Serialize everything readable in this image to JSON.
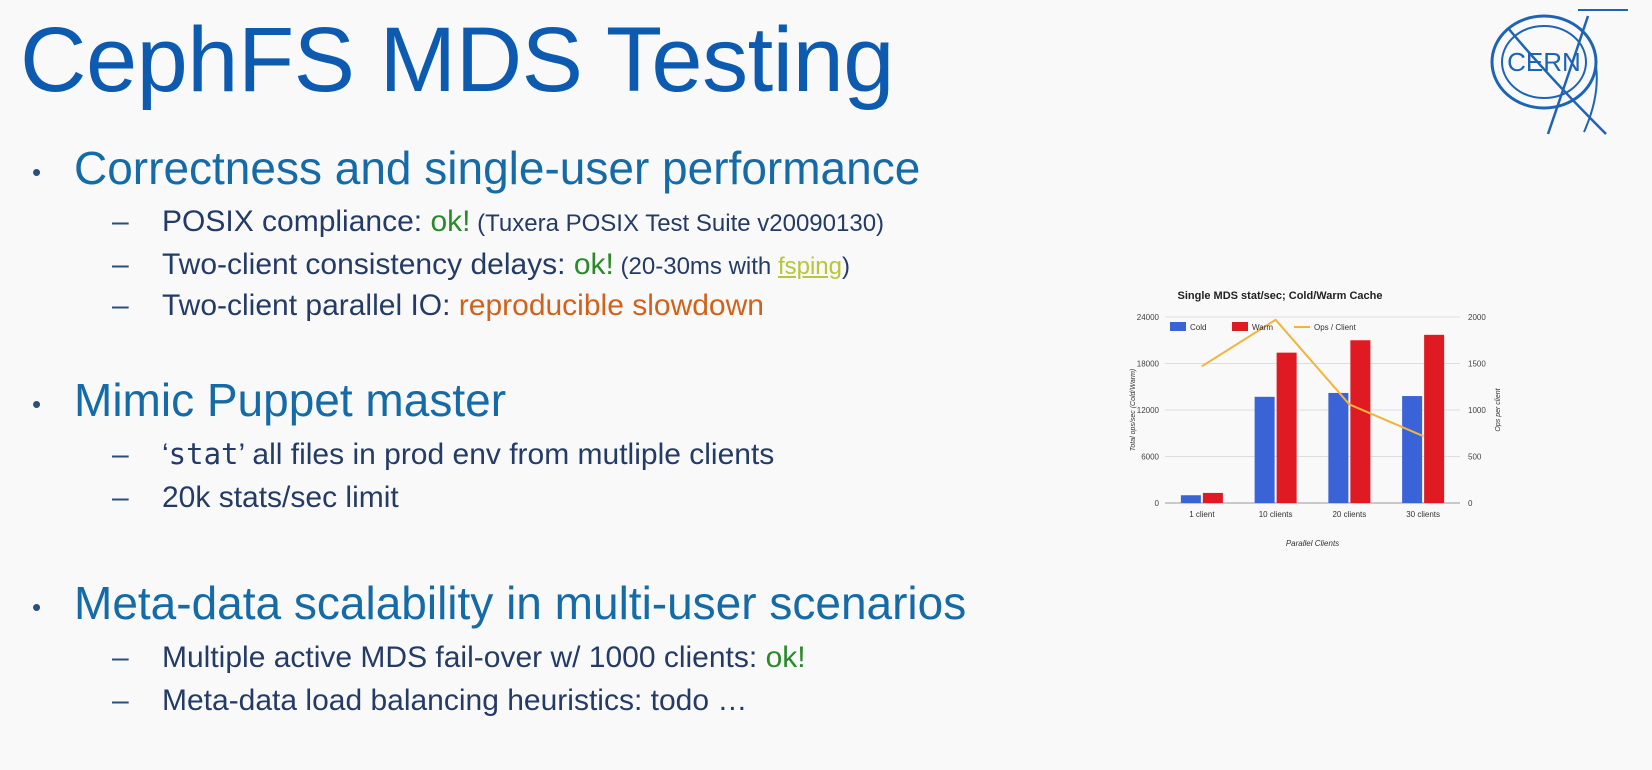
{
  "slide": {
    "title": "CephFS MDS Testing",
    "logo_text": "CERN"
  },
  "sections": [
    {
      "heading": "Correctness and single-user performance",
      "items": [
        {
          "prefix": "POSIX compliance: ",
          "status": "ok!",
          "note": " (Tuxera POSIX Test Suite v20090130)"
        },
        {
          "prefix": "Two-client consistency delays: ",
          "status": "ok!",
          "note_pre": " (20-30ms with ",
          "link": "fsping",
          "note_post": ")"
        },
        {
          "prefix": "Two-client parallel IO: ",
          "status": "reproducible slowdown"
        }
      ]
    },
    {
      "heading": "Mimic Puppet master",
      "items": [
        {
          "quote_open": "‘",
          "code": "stat",
          "quote_close": "’",
          "text": " all files in prod env from mutliple clients"
        },
        {
          "text": "20k stats/sec limit"
        }
      ]
    },
    {
      "heading": "Meta-data scalability in multi-user scenarios",
      "items": [
        {
          "prefix": "Multiple active MDS fail-over w/ 1000 clients: ",
          "status": "ok!"
        },
        {
          "text": "Meta-data load balancing heuristics: todo …"
        }
      ]
    }
  ],
  "bullet_char": "•",
  "dash_char": "–",
  "chart_data": {
    "type": "bar",
    "title": "Single MDS stat/sec; Cold/Warm Cache",
    "categories": [
      "1 client",
      "10 clients",
      "20 clients",
      "30 clients"
    ],
    "series": [
      {
        "name": "Cold",
        "values": [
          1000,
          13700,
          14200,
          13800
        ],
        "color": "#3b63d8",
        "axis": "left"
      },
      {
        "name": "Warm",
        "values": [
          1300,
          19400,
          21000,
          21700
        ],
        "color": "#e01a22",
        "axis": "left"
      },
      {
        "name": "Ops / Client",
        "values": [
          1470,
          1970,
          1060,
          720
        ],
        "color": "#f2b43c",
        "axis": "right",
        "type": "line"
      }
    ],
    "xlabel": "Parallel Clients",
    "ylabel": "Total ops/sec (Cold/Warm)",
    "ylabel_right": "Ops per client",
    "ylim": [
      0,
      24000
    ],
    "yticks": [
      "0",
      "6000",
      "12000",
      "18000",
      "24000"
    ],
    "ylim_right": [
      0,
      2000
    ],
    "yticks_right": [
      "0",
      "500",
      "1000",
      "1500",
      "2000"
    ],
    "legend_position": "top-left",
    "grid": true
  }
}
